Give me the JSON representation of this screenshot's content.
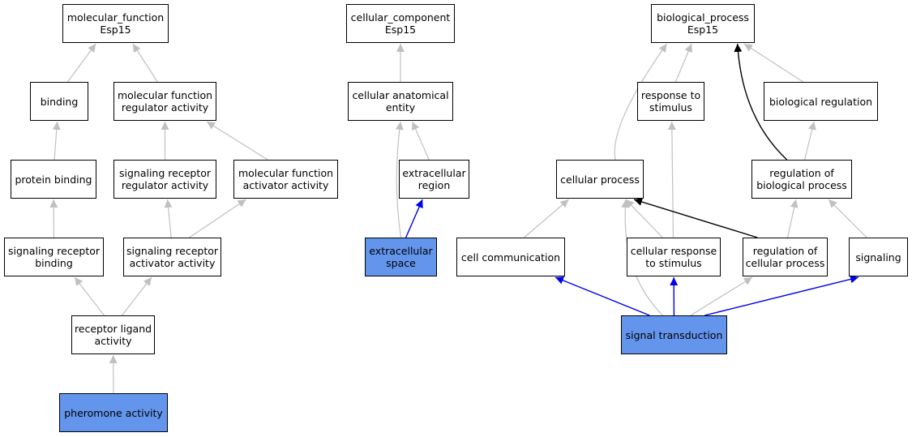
{
  "colors": {
    "highlight": "#6495ed",
    "inferred_edge": "#c0c0c0",
    "direct_edge": "#0000ee",
    "regulates_edge": "#000000",
    "node_border": "#000000"
  },
  "nodes": [
    {
      "id": "mf_root",
      "label": "molecular_function\nEsp15",
      "highlight": false
    },
    {
      "id": "binding",
      "label": "binding",
      "highlight": false
    },
    {
      "id": "mf_reg",
      "label": "molecular function\nregulator activity",
      "highlight": false
    },
    {
      "id": "protein_binding",
      "label": "protein binding",
      "highlight": false
    },
    {
      "id": "sig_rec_reg",
      "label": "signaling receptor\nregulator activity",
      "highlight": false
    },
    {
      "id": "mf_act",
      "label": "molecular function\nactivator activity",
      "highlight": false
    },
    {
      "id": "sig_rec_binding",
      "label": "signaling receptor\nbinding",
      "highlight": false
    },
    {
      "id": "sig_rec_act",
      "label": "signaling receptor\nactivator activity",
      "highlight": false
    },
    {
      "id": "rec_ligand",
      "label": "receptor ligand\nactivity",
      "highlight": false
    },
    {
      "id": "pheromone",
      "label": "pheromone activity",
      "highlight": true
    },
    {
      "id": "cc_root",
      "label": "cellular_component\nEsp15",
      "highlight": false
    },
    {
      "id": "cae",
      "label": "cellular anatomical\nentity",
      "highlight": false
    },
    {
      "id": "ext_region",
      "label": "extracellular\nregion",
      "highlight": false
    },
    {
      "id": "ext_space",
      "label": "extracellular\nspace",
      "highlight": true
    },
    {
      "id": "bp_root",
      "label": "biological_process\nEsp15",
      "highlight": false
    },
    {
      "id": "resp_stim",
      "label": "response to\nstimulus",
      "highlight": false
    },
    {
      "id": "bio_reg",
      "label": "biological regulation",
      "highlight": false
    },
    {
      "id": "cell_proc",
      "label": "cellular process",
      "highlight": false
    },
    {
      "id": "reg_bio_proc",
      "label": "regulation of\nbiological process",
      "highlight": false
    },
    {
      "id": "cell_comm",
      "label": "cell communication",
      "highlight": false
    },
    {
      "id": "cell_resp",
      "label": "cellular response\nto stimulus",
      "highlight": false
    },
    {
      "id": "reg_cell_proc",
      "label": "regulation of\ncellular process",
      "highlight": false
    },
    {
      "id": "signaling",
      "label": "signaling",
      "highlight": false
    },
    {
      "id": "sig_trans",
      "label": "signal transduction",
      "highlight": true
    }
  ],
  "edges": [
    {
      "from": "binding",
      "to": "mf_root",
      "kind": "inferred"
    },
    {
      "from": "mf_reg",
      "to": "mf_root",
      "kind": "inferred"
    },
    {
      "from": "protein_binding",
      "to": "binding",
      "kind": "inferred"
    },
    {
      "from": "sig_rec_reg",
      "to": "mf_reg",
      "kind": "inferred"
    },
    {
      "from": "mf_act",
      "to": "mf_reg",
      "kind": "inferred"
    },
    {
      "from": "sig_rec_binding",
      "to": "protein_binding",
      "kind": "inferred"
    },
    {
      "from": "sig_rec_act",
      "to": "sig_rec_reg",
      "kind": "inferred"
    },
    {
      "from": "sig_rec_act",
      "to": "mf_act",
      "kind": "inferred"
    },
    {
      "from": "rec_ligand",
      "to": "sig_rec_binding",
      "kind": "inferred"
    },
    {
      "from": "rec_ligand",
      "to": "sig_rec_act",
      "kind": "inferred"
    },
    {
      "from": "pheromone",
      "to": "rec_ligand",
      "kind": "inferred"
    },
    {
      "from": "cae",
      "to": "cc_root",
      "kind": "inferred"
    },
    {
      "from": "ext_region",
      "to": "cae",
      "kind": "inferred"
    },
    {
      "from": "ext_space",
      "to": "cae",
      "kind": "inferred"
    },
    {
      "from": "ext_space",
      "to": "ext_region",
      "kind": "direct"
    },
    {
      "from": "cell_proc",
      "to": "bp_root",
      "kind": "inferred"
    },
    {
      "from": "resp_stim",
      "to": "bp_root",
      "kind": "inferred"
    },
    {
      "from": "bio_reg",
      "to": "bp_root",
      "kind": "inferred"
    },
    {
      "from": "reg_bio_proc",
      "to": "bp_root",
      "kind": "regulates"
    },
    {
      "from": "reg_bio_proc",
      "to": "bio_reg",
      "kind": "inferred"
    },
    {
      "from": "cell_resp",
      "to": "resp_stim",
      "kind": "inferred"
    },
    {
      "from": "cell_comm",
      "to": "cell_proc",
      "kind": "inferred"
    },
    {
      "from": "cell_resp",
      "to": "cell_proc",
      "kind": "inferred"
    },
    {
      "from": "sig_trans",
      "to": "cell_proc",
      "kind": "inferred"
    },
    {
      "from": "reg_cell_proc",
      "to": "cell_proc",
      "kind": "regulates"
    },
    {
      "from": "reg_cell_proc",
      "to": "reg_bio_proc",
      "kind": "inferred"
    },
    {
      "from": "signaling",
      "to": "reg_bio_proc",
      "kind": "inferred"
    },
    {
      "from": "sig_trans",
      "to": "cell_comm",
      "kind": "direct"
    },
    {
      "from": "sig_trans",
      "to": "cell_resp",
      "kind": "direct"
    },
    {
      "from": "sig_trans",
      "to": "reg_cell_proc",
      "kind": "inferred"
    },
    {
      "from": "sig_trans",
      "to": "signaling",
      "kind": "direct"
    }
  ]
}
